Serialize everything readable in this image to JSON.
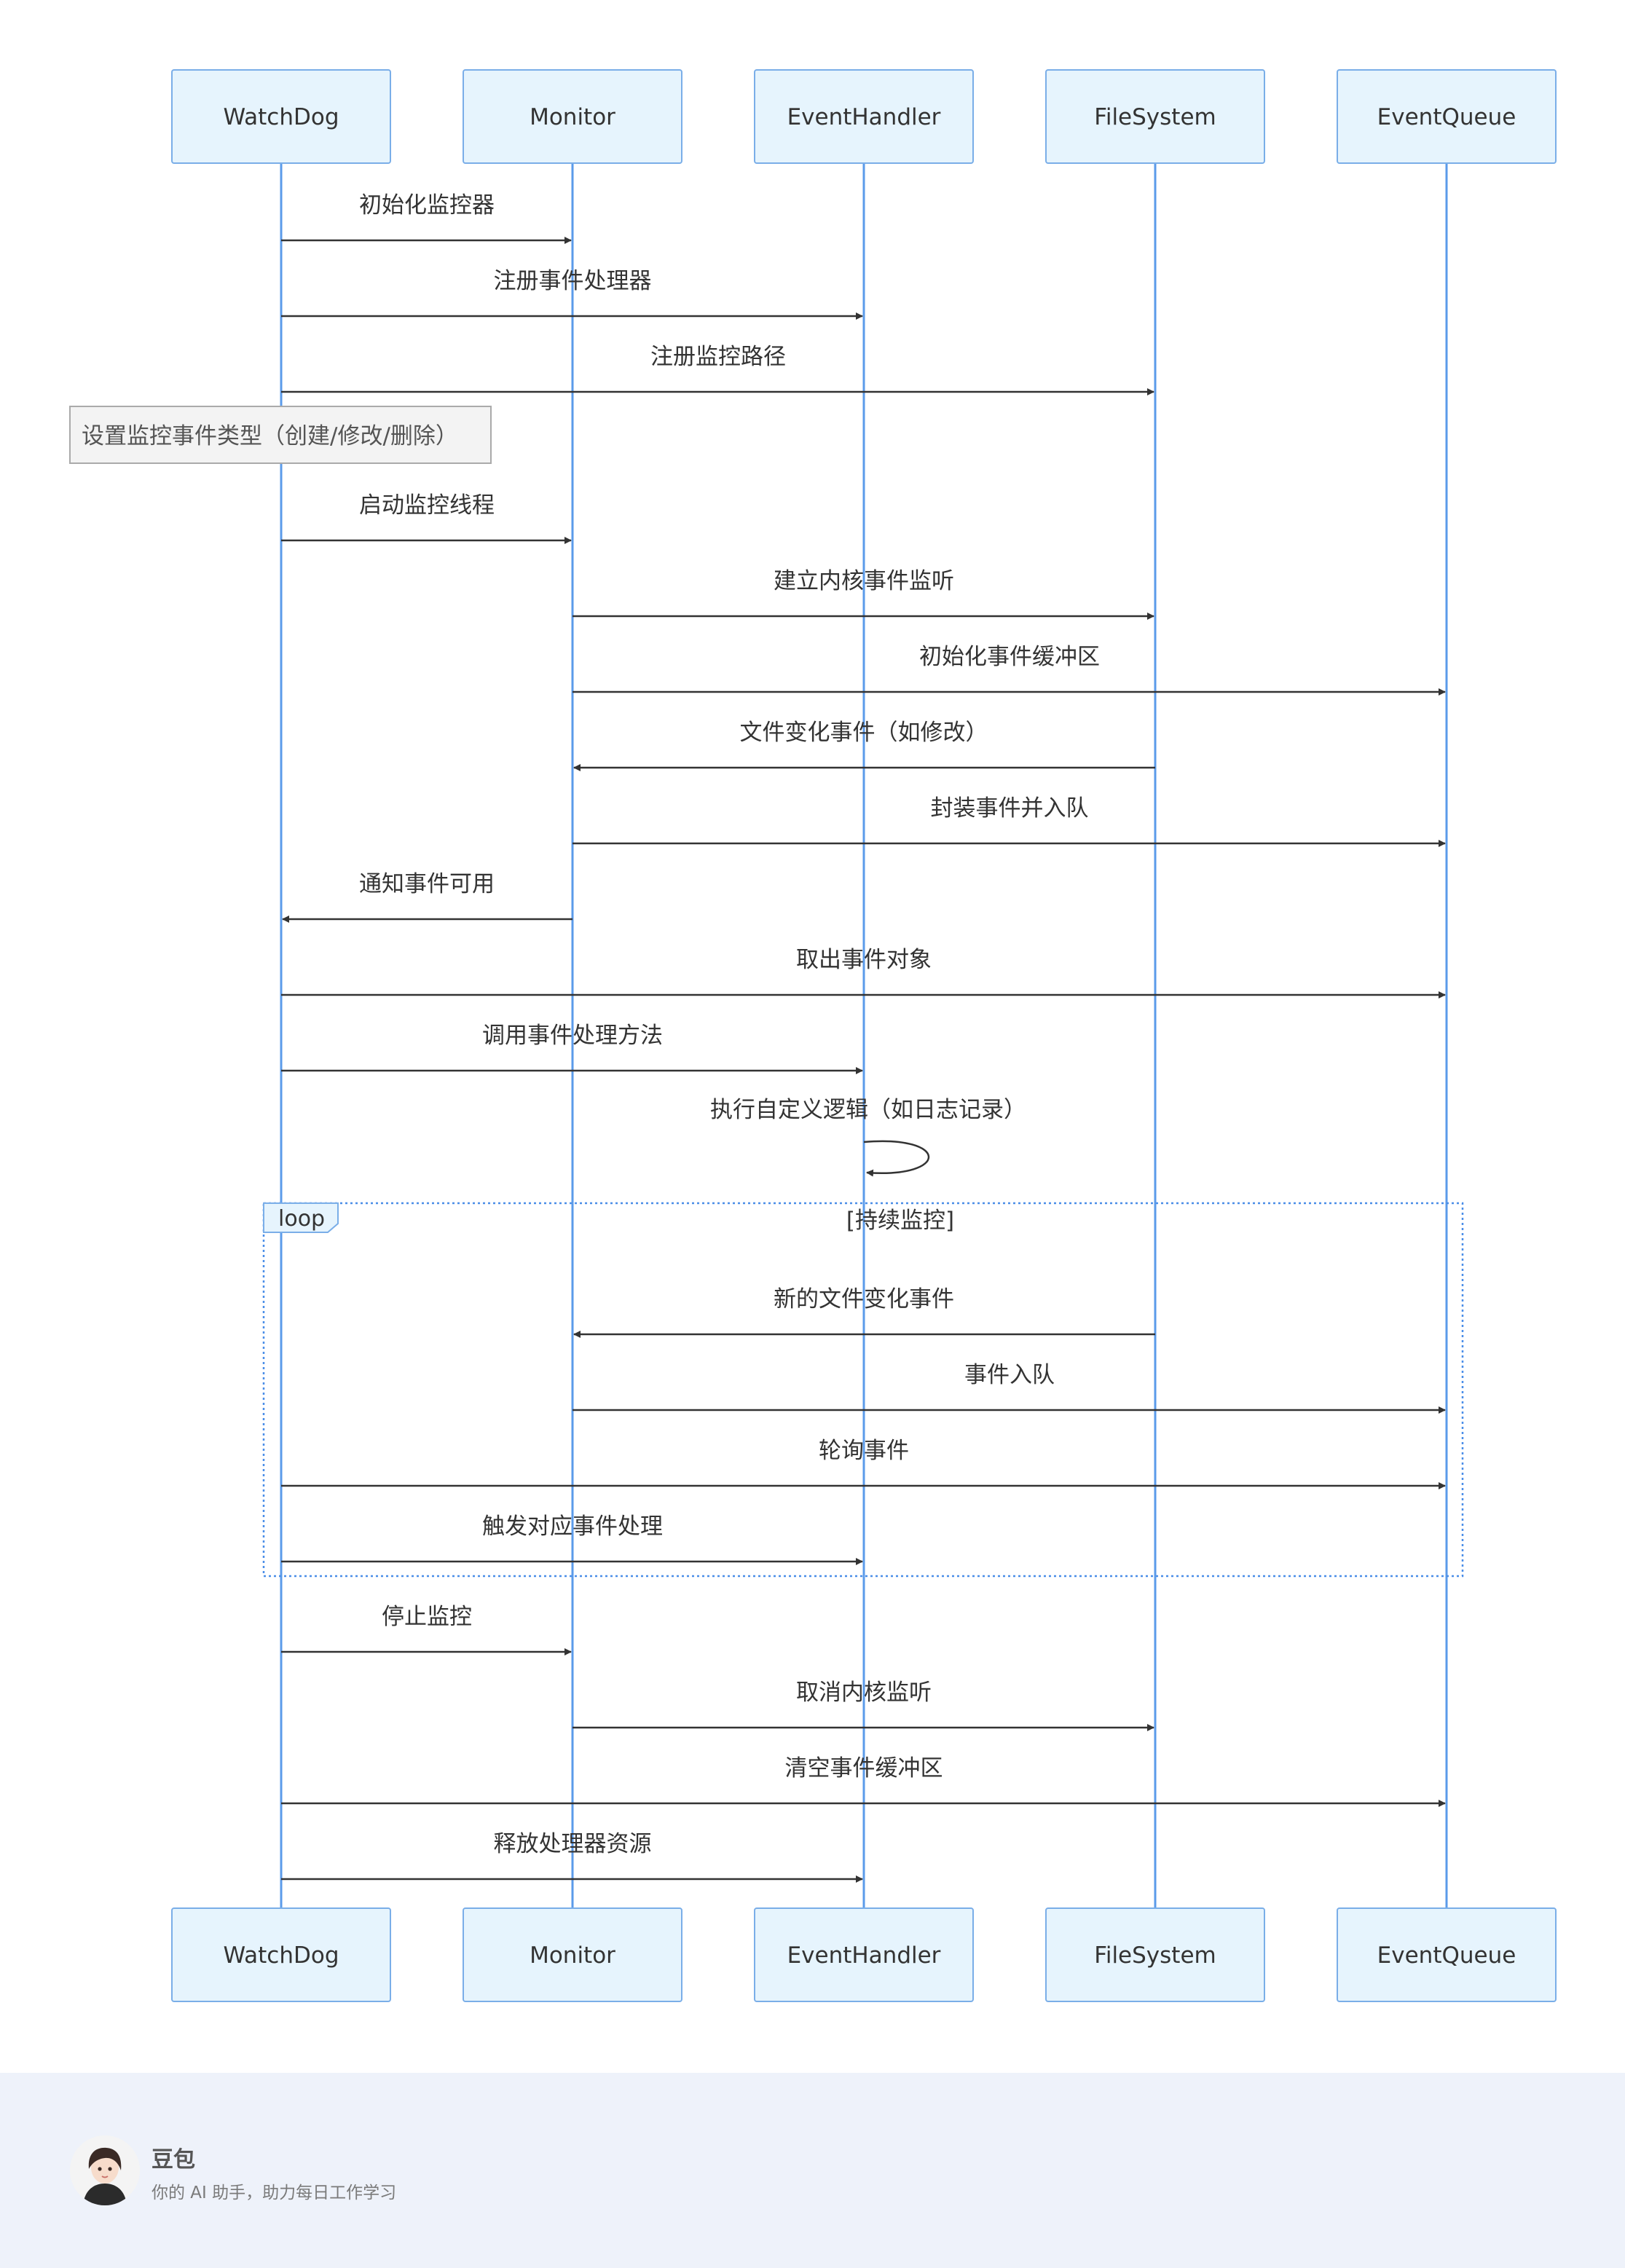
{
  "diagram": {
    "participants": [
      "WatchDog",
      "Monitor",
      "EventHandler",
      "FileSystem",
      "EventQueue"
    ],
    "messages": [
      {
        "from": "WatchDog",
        "to": "Monitor",
        "text": "初始化监控器"
      },
      {
        "from": "WatchDog",
        "to": "EventHandler",
        "text": "注册事件处理器"
      },
      {
        "from": "WatchDog",
        "to": "FileSystem",
        "text": "注册监控路径"
      },
      {
        "note": true,
        "over": "WatchDog",
        "text": "设置监控事件类型（创建/修改/删除）"
      },
      {
        "from": "WatchDog",
        "to": "Monitor",
        "text": "启动监控线程"
      },
      {
        "from": "Monitor",
        "to": "FileSystem",
        "text": "建立内核事件监听"
      },
      {
        "from": "Monitor",
        "to": "EventQueue",
        "text": "初始化事件缓冲区"
      },
      {
        "from": "FileSystem",
        "to": "Monitor",
        "text": "文件变化事件（如修改）"
      },
      {
        "from": "Monitor",
        "to": "EventQueue",
        "text": "封装事件并入队"
      },
      {
        "from": "Monitor",
        "to": "WatchDog",
        "text": "通知事件可用"
      },
      {
        "from": "WatchDog",
        "to": "EventQueue",
        "text": "取出事件对象"
      },
      {
        "from": "WatchDog",
        "to": "EventHandler",
        "text": "调用事件处理方法"
      },
      {
        "from": "EventHandler",
        "to": "EventHandler",
        "text": "执行自定义逻辑（如日志记录）"
      },
      {
        "from": "FileSystem",
        "to": "Monitor",
        "text": "新的文件变化事件"
      },
      {
        "from": "Monitor",
        "to": "EventQueue",
        "text": "事件入队"
      },
      {
        "from": "WatchDog",
        "to": "EventQueue",
        "text": "轮询事件"
      },
      {
        "from": "WatchDog",
        "to": "EventHandler",
        "text": "触发对应事件处理"
      },
      {
        "from": "WatchDog",
        "to": "Monitor",
        "text": "停止监控"
      },
      {
        "from": "Monitor",
        "to": "FileSystem",
        "text": "取消内核监听"
      },
      {
        "from": "WatchDog",
        "to": "EventQueue",
        "text": "清空事件缓冲区"
      },
      {
        "from": "WatchDog",
        "to": "EventHandler",
        "text": "释放处理器资源"
      }
    ],
    "loop": {
      "label": "loop",
      "condition": "[持续监控]"
    }
  },
  "footer": {
    "title": "豆包",
    "subtitle": "你的 AI 助手，助力每日工作学习"
  },
  "colors": {
    "lifeline": "#5b9bea",
    "box_fill": "#e6f4fd",
    "box_stroke": "#7aaee8",
    "arrow": "#333333",
    "note_fill": "#f3f3f3",
    "note_stroke": "#aaaaaa",
    "loop_stroke": "#4a8ee8",
    "footer_bg": "#eef2fa"
  }
}
